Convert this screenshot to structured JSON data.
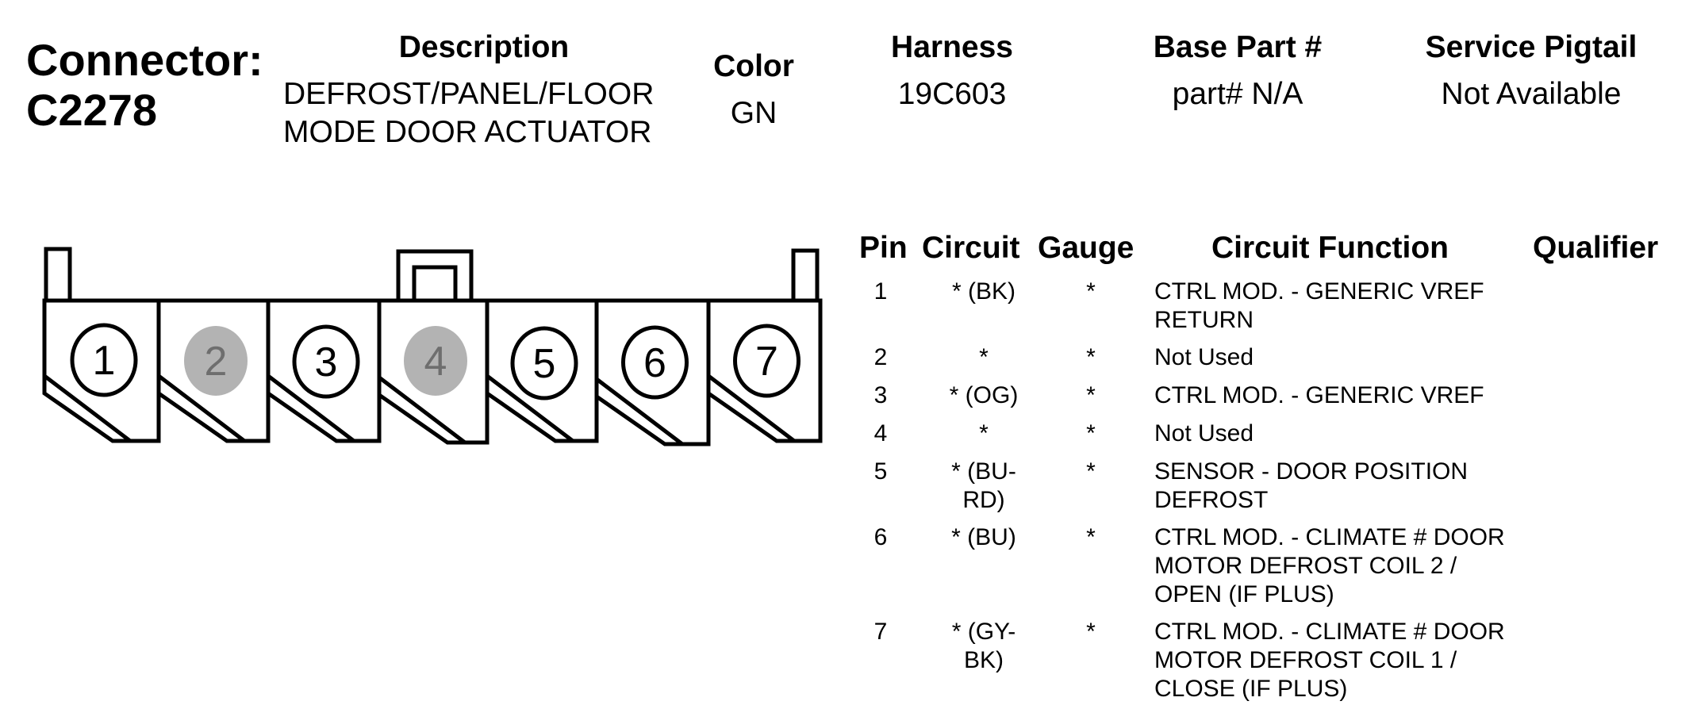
{
  "header": {
    "connector_label": "Connector:",
    "connector_id": "C2278",
    "description": {
      "heading": "Description",
      "lines": [
        "DEFROST/PANEL/FLOOR",
        "MODE DOOR ACTUATOR"
      ]
    },
    "color": {
      "heading": "Color",
      "value": "GN"
    },
    "harness": {
      "heading": "Harness",
      "value": "19C603"
    },
    "base_part": {
      "heading": "Base Part #",
      "value": "part# N/A"
    },
    "service_pigtail": {
      "heading": "Service Pigtail",
      "value": "Not Available"
    }
  },
  "connector_diagram": {
    "pins": [
      {
        "label": "1",
        "used": true
      },
      {
        "label": "2",
        "used": false
      },
      {
        "label": "3",
        "used": true
      },
      {
        "label": "4",
        "used": false
      },
      {
        "label": "5",
        "used": true
      },
      {
        "label": "6",
        "used": true
      },
      {
        "label": "7",
        "used": true
      }
    ],
    "colors": {
      "outline": "#000000",
      "unused_fill": "#b3b3b3",
      "unused_text": "#6e6e6e"
    }
  },
  "table": {
    "headers": {
      "pin": "Pin",
      "circuit": "Circuit",
      "gauge": "Gauge",
      "function": "Circuit Function",
      "qualifier": "Qualifier"
    },
    "rows": [
      {
        "pin": "1",
        "circuit": [
          "* (BK)"
        ],
        "gauge": "*",
        "function": [
          "CTRL MOD. - GENERIC VREF",
          "RETURN"
        ],
        "qualifier": ""
      },
      {
        "pin": "2",
        "circuit": [
          "*"
        ],
        "gauge": "*",
        "function": [
          "Not Used"
        ],
        "qualifier": ""
      },
      {
        "pin": "3",
        "circuit": [
          "* (OG)"
        ],
        "gauge": "*",
        "function": [
          "CTRL MOD. - GENERIC VREF"
        ],
        "qualifier": ""
      },
      {
        "pin": "4",
        "circuit": [
          "*"
        ],
        "gauge": "*",
        "function": [
          "Not Used"
        ],
        "qualifier": ""
      },
      {
        "pin": "5",
        "circuit": [
          "* (BU-",
          "RD)"
        ],
        "gauge": "*",
        "function": [
          "SENSOR - DOOR POSITION",
          "DEFROST"
        ],
        "qualifier": ""
      },
      {
        "pin": "6",
        "circuit": [
          "* (BU)"
        ],
        "gauge": "*",
        "function": [
          "CTRL MOD. - CLIMATE # DOOR",
          "MOTOR DEFROST COIL 2 /",
          "OPEN (IF PLUS)"
        ],
        "qualifier": ""
      },
      {
        "pin": "7",
        "circuit": [
          "* (GY-",
          "BK)"
        ],
        "gauge": "*",
        "function": [
          "CTRL MOD. - CLIMATE # DOOR",
          "MOTOR DEFROST COIL 1 /",
          "CLOSE (IF PLUS)"
        ],
        "qualifier": ""
      }
    ]
  }
}
